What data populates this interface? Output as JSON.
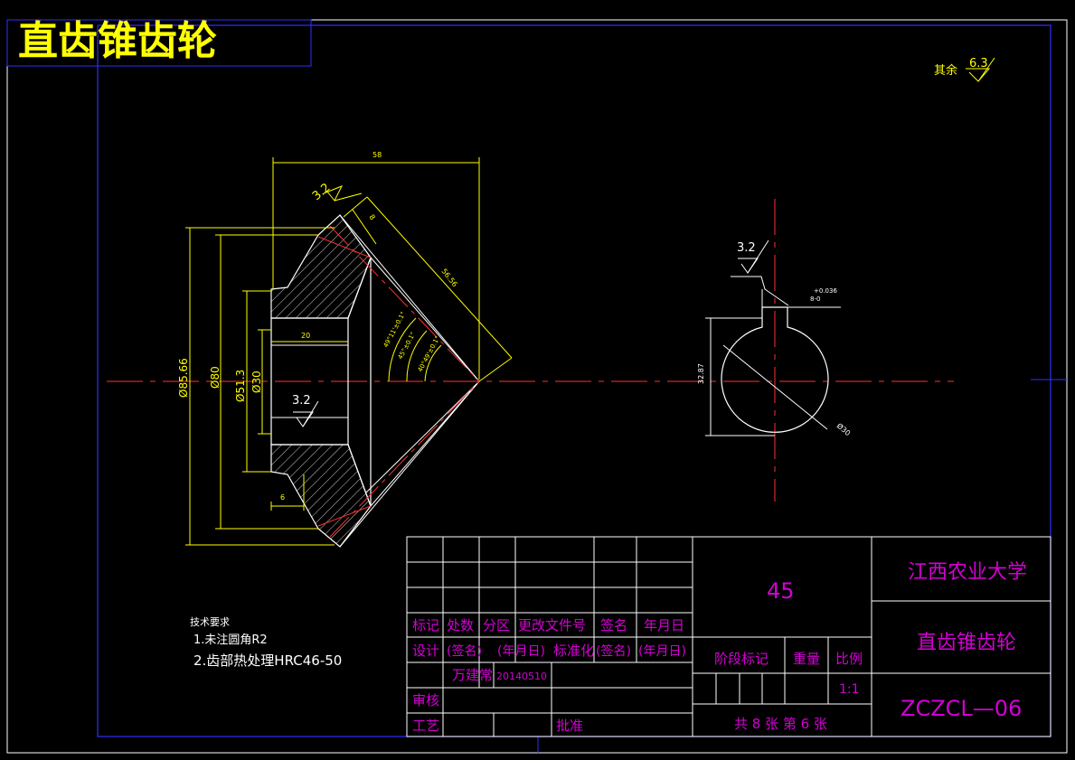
{
  "header": {
    "title": "直齿锥齿轮"
  },
  "roughness": {
    "general_label": "其余",
    "general_value": "6.3",
    "face_value": "3.2",
    "bore_value": "3.2",
    "keyway_value": "3.2"
  },
  "dimensions": {
    "width_58": "58",
    "cone_56": "56.56",
    "face_8": "8",
    "hub_20": "20",
    "bottom_6": "6",
    "dia_8566": "Ø85.66",
    "dia_80": "Ø80",
    "dia_513": "Ø51.3",
    "dia_30": "Ø30",
    "angle_1": "49°11'±0.1°",
    "angle_2": "45°±0.1°",
    "angle_3": "40°49'±0.1°",
    "keyway_tol": "+0.036",
    "keyway_width": "8-0",
    "key_depth": "32.87",
    "bore_dia": "Ø30"
  },
  "tech_requirements": {
    "heading": "技术要求",
    "item1": "1.未注圆角R2",
    "item2": "2.齿部热处理HRC46-50"
  },
  "title_block": {
    "material": "45",
    "school": "江西农业大学",
    "part_name": "直齿锥齿轮",
    "drawing_no": "ZCZCL—06",
    "stage_mark": "阶段标记",
    "weight": "重量",
    "scale_label": "比例",
    "scale_value": "1:1",
    "sheets": "共 8 张 第 6 张",
    "hdr_mark": "标记",
    "hdr_count": "处数",
    "hdr_zone": "分区",
    "hdr_docno": "更改文件号",
    "hdr_sign": "签名",
    "hdr_date": "年月日",
    "design": "设计",
    "sign_ph": "(签名)",
    "date_ph": "(年月日)",
    "standardize": "标准化",
    "designer": "万建常",
    "design_date": "20140510",
    "review": "审核",
    "process": "工艺",
    "approve": "批准"
  }
}
